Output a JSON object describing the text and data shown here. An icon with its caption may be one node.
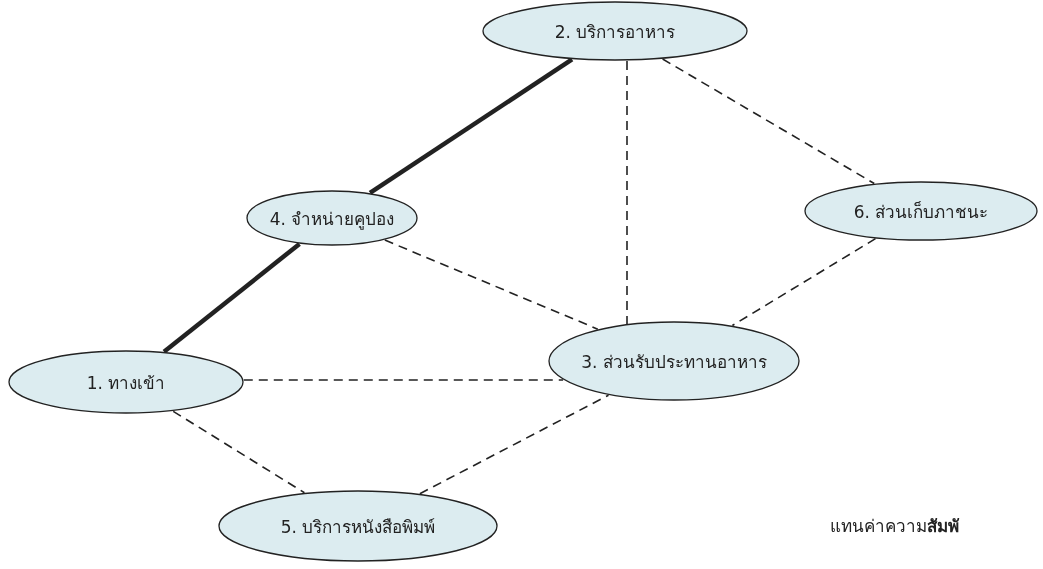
{
  "diagram": {
    "nodes": [
      {
        "text": [
          "2. บริการอาหาร"
        ]
      },
      {
        "text": [
          "4. จำหน่ายคูปอง"
        ]
      },
      {
        "text": [
          "6. ส่วนเก็บภาชนะ"
        ]
      },
      {
        "text": [
          "3. ส่วนรับประทานอาหาร"
        ]
      },
      {
        "text": [
          "1. ทางเข้า"
        ]
      },
      {
        "text": [
          "5. บริการหนังสือพิมพ์"
        ]
      }
    ],
    "edges": [
      {
        "from": 4,
        "to": 1,
        "arrow": "none",
        "style": "thick"
      },
      {
        "from": 1,
        "to": 0,
        "arrow": "none",
        "style": "thick"
      },
      {
        "from": 0,
        "to": 3,
        "arrow": "none",
        "style": "dashed"
      },
      {
        "from": 0,
        "to": 2,
        "arrow": "none",
        "style": "dashed"
      },
      {
        "from": 1,
        "to": 3,
        "arrow": "none",
        "style": "dashed"
      },
      {
        "from": 2,
        "to": 3,
        "arrow": "none",
        "style": "dashed"
      },
      {
        "from": 4,
        "to": 3,
        "arrow": "none",
        "style": "dashed"
      },
      {
        "from": 4,
        "to": 5,
        "arrow": "none",
        "style": "dashed"
      },
      {
        "from": 5,
        "to": 3,
        "arrow": "none",
        "style": "dashed"
      }
    ],
    "labels": [
      "แทนค่าความ**สัมพั**"
    ]
  }
}
